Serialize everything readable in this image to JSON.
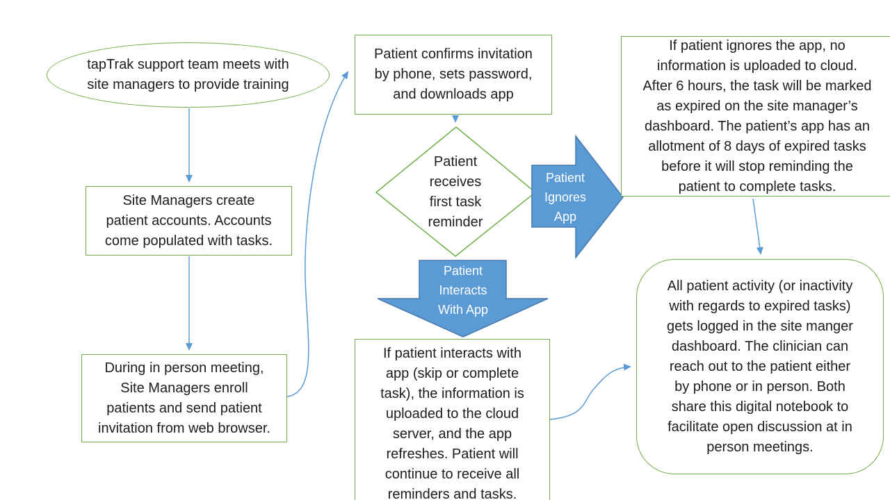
{
  "palette": {
    "green": "#70AD47",
    "blue": "#5B9BD5",
    "blue_dark": "#4677AE",
    "text": "#1c1c1c",
    "arrow_text": "#ffffff",
    "background": "#ffffff"
  },
  "nodes": {
    "training": "tapTrak support team meets with\nsite managers to provide training",
    "create_accounts": "Site Managers create\npatient accounts. Accounts\ncome populated with tasks.",
    "enroll": "During in person meeting,\nSite Managers enroll\npatients and send patient\ninvitation from web browser.",
    "confirm_invitation": "Patient confirms invitation\nby phone, sets password,\nand downloads app",
    "first_reminder": "Patient\nreceives\nfirst task\nreminder",
    "ignores_outcome": "If patient ignores the app, no\ninformation is uploaded to cloud.\nAfter 6 hours, the task will be marked\nas expired on the site manager’s\ndashboard. The patient’s app has an\nallotment of 8 days of expired tasks\nbefore it will stop reminding the\npatient to complete tasks.",
    "interacts_outcome": "If patient interacts with\napp (skip or complete\ntask), the information is\nuploaded to the cloud\nserver, and the app\nrefreshes. Patient will\ncontinue to receive all\nreminders and tasks.",
    "activity_log": "All patient activity (or inactivity\nwith regards to expired tasks)\ngets logged in the site manger\ndashboard. The clinician can\nreach out to the patient either\nby phone or in person. Both\nshare this digital notebook to\nfacilitate open discussion at in\nperson meetings."
  },
  "labels": {
    "ignores_app": "Patient\nIgnores\nApp",
    "interacts_app": "Patient\nInteracts\nWith App"
  }
}
